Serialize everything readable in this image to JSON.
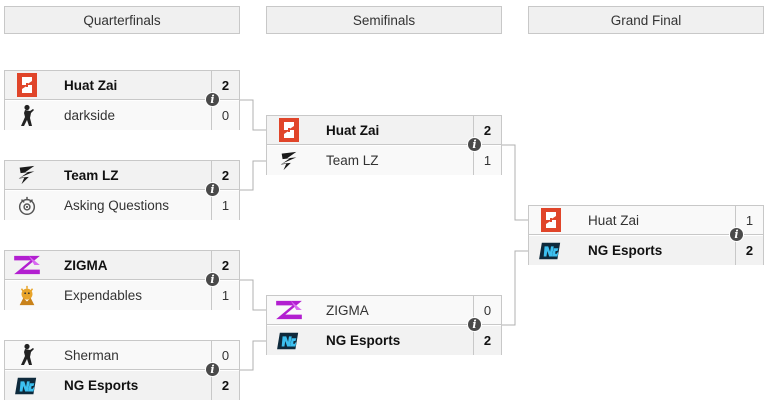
{
  "rounds": {
    "quarterfinals": "Quarterfinals",
    "semifinals": "Semifinals",
    "grand_final": "Grand Final"
  },
  "matches": {
    "qf1": {
      "top": {
        "name": "Huat Zai",
        "score": "2",
        "logo": "huatzai-logo-icon"
      },
      "bottom": {
        "name": "darkside",
        "score": "0",
        "logo": "cs-player-icon"
      }
    },
    "qf2": {
      "top": {
        "name": "Team LZ",
        "score": "2",
        "logo": "teamlz-logo-icon"
      },
      "bottom": {
        "name": "Asking Questions",
        "score": "1",
        "logo": "askingquestions-logo-icon"
      }
    },
    "qf3": {
      "top": {
        "name": "ZIGMA",
        "score": "2",
        "logo": "zigma-logo-icon"
      },
      "bottom": {
        "name": "Expendables",
        "score": "1",
        "logo": "expendables-logo-icon"
      }
    },
    "qf4": {
      "top": {
        "name": "Sherman",
        "score": "0",
        "logo": "cs-player-icon"
      },
      "bottom": {
        "name": "NG Esports",
        "score": "2",
        "logo": "ngesports-logo-icon"
      }
    },
    "sf1": {
      "top": {
        "name": "Huat Zai",
        "score": "2",
        "logo": "huatzai-logo-icon"
      },
      "bottom": {
        "name": "Team LZ",
        "score": "1",
        "logo": "teamlz-logo-icon"
      }
    },
    "sf2": {
      "top": {
        "name": "ZIGMA",
        "score": "0",
        "logo": "zigma-logo-icon"
      },
      "bottom": {
        "name": "NG Esports",
        "score": "2",
        "logo": "ngesports-logo-icon"
      }
    },
    "gf": {
      "top": {
        "name": "Huat Zai",
        "score": "1",
        "logo": "huatzai-logo-icon"
      },
      "bottom": {
        "name": "NG Esports",
        "score": "2",
        "logo": "ngesports-logo-icon"
      }
    }
  },
  "info_glyph": "i",
  "colors": {
    "header_bg": "#f0f0f0",
    "border": "#c8c8c8",
    "winner_row": "#f2f2f2",
    "connector": "#b0b0b0",
    "huatzai_red": "#e0452a",
    "zigma_purple": "#b21fd0",
    "ng_blue": "#1a8fd8"
  }
}
